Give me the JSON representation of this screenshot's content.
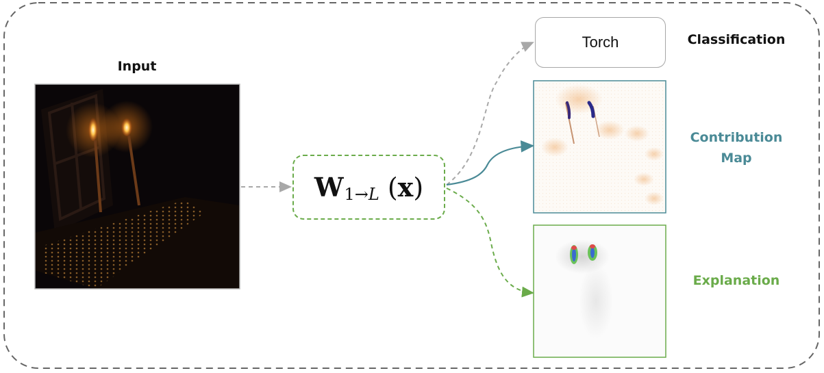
{
  "labels": {
    "input": "Input",
    "classification": "Classification",
    "contribution_map": [
      "Contribution",
      "Map"
    ],
    "explanation": "Explanation"
  },
  "classification_result": "Torch",
  "operator": {
    "symbol": "W",
    "subscript_left": "1→",
    "subscript_var": "L",
    "argument": "x"
  },
  "colors": {
    "frame_border": "#666666",
    "gray_arrow": "#a8a8a8",
    "contribution_teal": "#4a8a96",
    "explanation_green": "#6aab4a",
    "op_border": "#6aab4a"
  },
  "icons": {
    "input_image": "torch-night-photo",
    "contribution_image": "contribution-heatmap",
    "explanation_image": "explanation-saliency"
  }
}
